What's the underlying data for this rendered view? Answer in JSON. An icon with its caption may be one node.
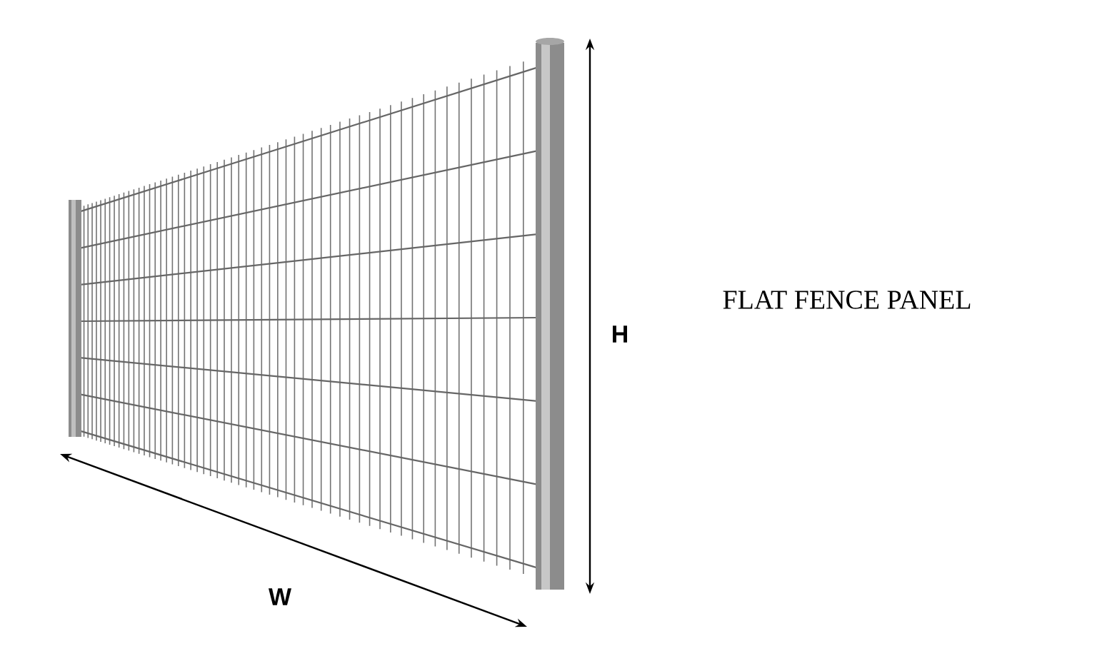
{
  "diagram": {
    "title": "FLAT FENCE PANEL",
    "labels": [
      "H",
      "W"
    ]
  }
}
